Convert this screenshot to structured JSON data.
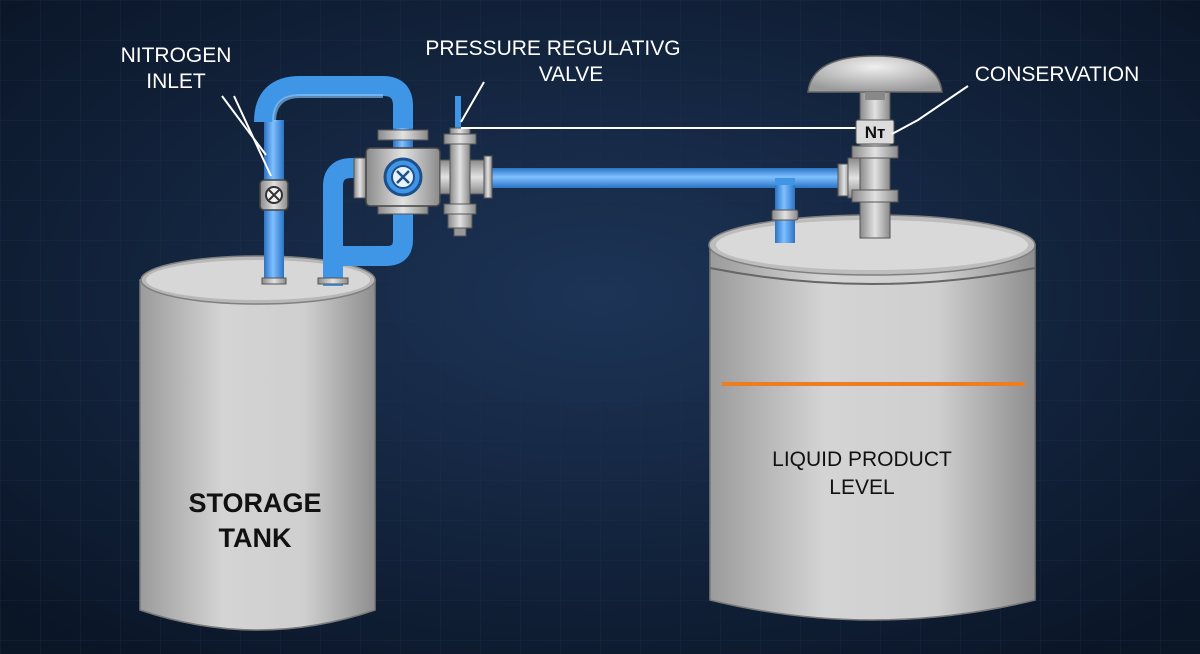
{
  "labels": {
    "nitrogen_inlet_line1": "NITROGEN",
    "nitrogen_inlet_line2": "INLET",
    "pressure_valve_line1": "PRESSURE REGULATIVG",
    "pressure_valve_line2": "VALVE",
    "conservation": "CONSERVATION",
    "n2_marker": "Nт",
    "storage_tank_line1": "STORAGE",
    "storage_tank_line2": "TANK",
    "liquid_level_line1": "LIQUID PRODUCT",
    "liquid_level_line2": "LEVEL"
  },
  "colors": {
    "background": "#0f1d33",
    "pipe": "#3f95e6",
    "tank": "#c9c9c9",
    "liquid_level_line": "#ee7d1f"
  }
}
